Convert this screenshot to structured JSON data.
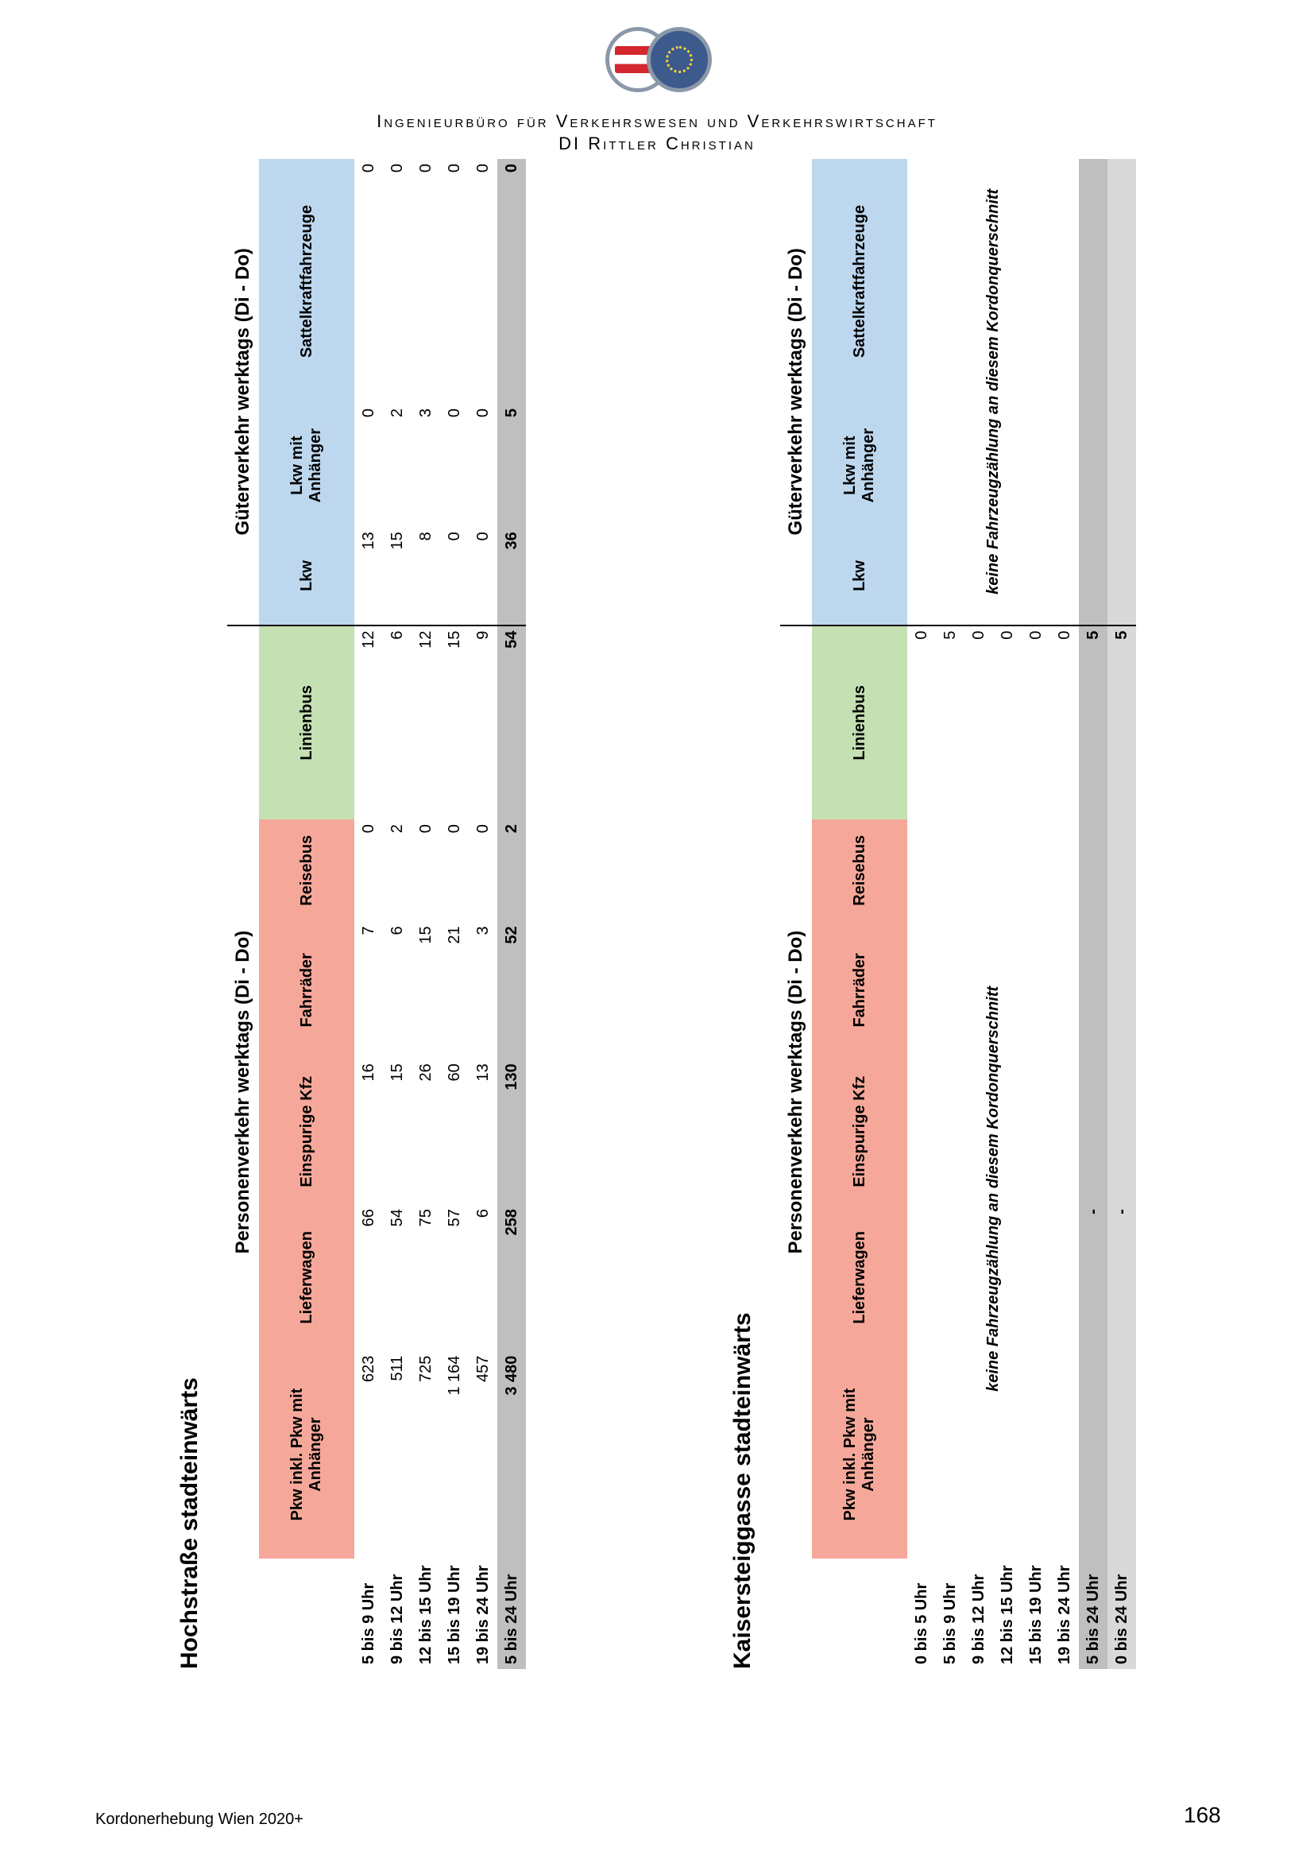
{
  "header": {
    "line1": "Ingenieurbüro für Verkehrswesen und Verkehrswirtschaft",
    "line2": "DI Rittler Christian"
  },
  "table1": {
    "title": "Hochstraße stadteinwärts",
    "group_person": "Personenverkehr werktags (Di - Do)",
    "group_gueter": "Güterverkehr werktags (Di - Do)",
    "cols": [
      "Pkw inkl. Pkw mit Anhänger",
      "Lieferwagen",
      "Einspurige Kfz",
      "Fahrräder",
      "Reisebus",
      "Linienbus",
      "Lkw",
      "Lkw mit Anhänger",
      "Sattelkraftfahrzeuge"
    ],
    "rows": [
      {
        "label": "5 bis 9 Uhr",
        "v": [
          "623",
          "66",
          "16",
          "7",
          "0",
          "12",
          "13",
          "0",
          "0"
        ]
      },
      {
        "label": "9 bis 12 Uhr",
        "v": [
          "511",
          "54",
          "15",
          "6",
          "2",
          "6",
          "15",
          "2",
          "0"
        ]
      },
      {
        "label": "12 bis 15 Uhr",
        "v": [
          "725",
          "75",
          "26",
          "15",
          "0",
          "12",
          "8",
          "3",
          "0"
        ]
      },
      {
        "label": "15 bis 19 Uhr",
        "v": [
          "1 164",
          "57",
          "60",
          "21",
          "0",
          "15",
          "0",
          "0",
          "0"
        ]
      },
      {
        "label": "19 bis 24 Uhr",
        "v": [
          "457",
          "6",
          "13",
          "3",
          "0",
          "9",
          "0",
          "0",
          "0"
        ]
      }
    ],
    "total": {
      "label": "5 bis 24 Uhr",
      "v": [
        "3 480",
        "258",
        "130",
        "52",
        "2",
        "54",
        "36",
        "5",
        "0"
      ]
    }
  },
  "table2": {
    "title": "Kaisersteiggasse stadteinwärts",
    "group_person": "Personenverkehr werktags (Di - Do)",
    "group_gueter": "Güterverkehr werktags (Di - Do)",
    "cols": [
      "Pkw inkl. Pkw mit Anhänger",
      "Lieferwagen",
      "Einspurige Kfz",
      "Fahrräder",
      "Reisebus",
      "Linienbus",
      "Lkw",
      "Lkw mit Anhänger",
      "Sattelkraftfahrzeuge"
    ],
    "note_person": "keine Fahrzeugzählung an diesem Kordonquerschnitt",
    "note_gueter": "keine Fahrzeugzählung an diesem Kordonquerschnitt",
    "rows": [
      {
        "label": "0 bis 5 Uhr",
        "bus": "0"
      },
      {
        "label": "5 bis 9 Uhr",
        "bus": "5"
      },
      {
        "label": "9 bis 12 Uhr",
        "bus": "0"
      },
      {
        "label": "12 bis 15 Uhr",
        "bus": "0"
      },
      {
        "label": "15 bis 19 Uhr",
        "bus": "0"
      },
      {
        "label": "19 bis 24 Uhr",
        "bus": "0"
      }
    ],
    "total1": {
      "label": "5 bis 24 Uhr",
      "lf": "-",
      "bus": "5"
    },
    "total2": {
      "label": "0 bis 24 Uhr",
      "lf": "-",
      "bus": "5"
    }
  },
  "footer": {
    "left": "Kordonerhebung Wien 2020+",
    "page": "168"
  }
}
